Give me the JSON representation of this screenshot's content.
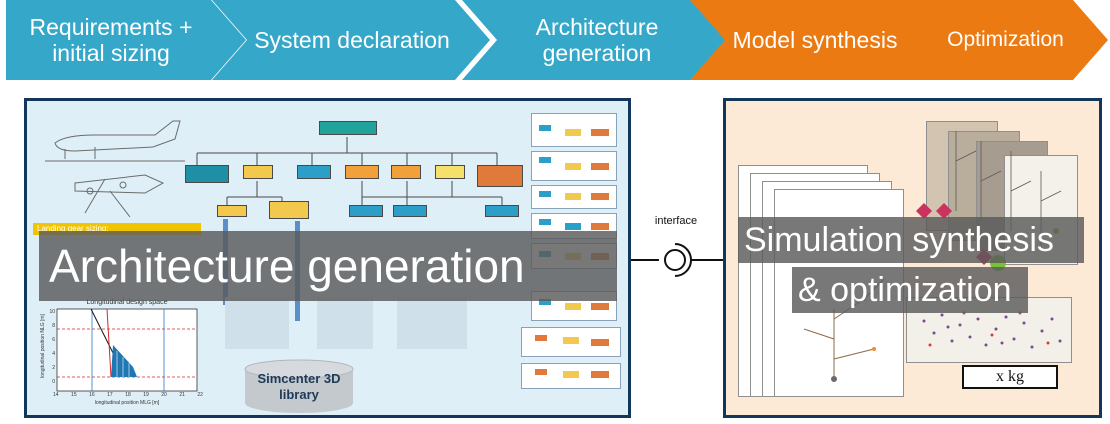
{
  "process_steps": [
    {
      "label": "Requirements + initial sizing",
      "color": "#35a7c9"
    },
    {
      "label": "System declaration",
      "color": "#35a7c9"
    },
    {
      "label": "Architecture generation",
      "color": "#35a7c9"
    },
    {
      "label": "Model synthesis",
      "color": "#ec7a12"
    },
    {
      "label": "Optimization",
      "color": "#ec7a12"
    }
  ],
  "left_panel": {
    "overlay_title": "Architecture generation",
    "sizing_header": "Landing gear sizing:",
    "plot_title": "Longitudinal design space",
    "plot_xlabel": "longitudinal position MLG [m]",
    "plot_ylabel": "longitudinal position NLG [m]",
    "plot_yticks": [
      "10",
      "8",
      "6",
      "4",
      "2",
      "0"
    ],
    "plot_xticks": [
      "14",
      "15",
      "16",
      "17",
      "18",
      "19",
      "20",
      "21",
      "22"
    ],
    "library_label": "Simcenter 3D library"
  },
  "interface_label": "interface",
  "right_panel": {
    "overlay_line1": "Simulation synthesis",
    "overlay_line2": "& optimization",
    "result_label": "x kg"
  },
  "colors": {
    "panel_border": "#12375a",
    "chevron_blue": "#35a7c9",
    "chevron_orange": "#ec7a12",
    "overlay_gray": "#5a5a5a"
  }
}
